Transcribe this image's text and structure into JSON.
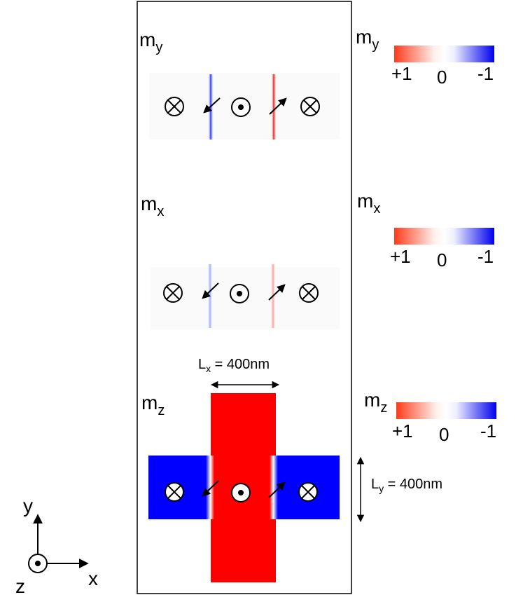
{
  "panels": [
    {
      "id": "my",
      "left_label": {
        "main": "m",
        "sub": "y"
      },
      "right_label": {
        "main": "m",
        "sub": "y"
      },
      "colorbar": {
        "min_label": "+1",
        "mid_label": "0",
        "max_label": "-1"
      }
    },
    {
      "id": "mx",
      "left_label": {
        "main": "m",
        "sub": "x"
      },
      "right_label": {
        "main": "m",
        "sub": "x"
      },
      "colorbar": {
        "min_label": "+1",
        "mid_label": "0",
        "max_label": "-1"
      }
    },
    {
      "id": "mz",
      "left_label": {
        "main": "m",
        "sub": "z"
      },
      "right_label": {
        "main": "m",
        "sub": "z"
      },
      "colorbar": {
        "min_label": "+1",
        "mid_label": "0",
        "max_label": "-1"
      }
    }
  ],
  "dimensions": {
    "lx": {
      "main": "L",
      "sub": "x",
      "value": " = 400nm"
    },
    "ly": {
      "main": "L",
      "sub": "y",
      "value": " = 400nm"
    }
  },
  "axes": {
    "x": "x",
    "y": "y",
    "z": "z"
  },
  "colors": {
    "positive": "#ff0000",
    "negative": "#0000ff",
    "colorbar_positive": "#ff3a1a",
    "colorbar_negative": "#0000ee"
  },
  "icons": [
    "into-page-symbol",
    "out-of-page-symbol",
    "magnetization-arrow",
    "double-arrow"
  ]
}
